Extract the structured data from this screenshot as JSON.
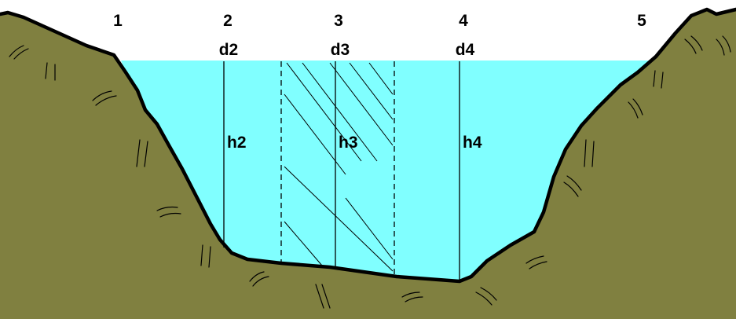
{
  "diagram": {
    "verticals": [
      {
        "number": "1",
        "depth_label": "",
        "height_label": ""
      },
      {
        "number": "2",
        "depth_label": "d2",
        "height_label": "h2"
      },
      {
        "number": "3",
        "depth_label": "d3",
        "height_label": "h3"
      },
      {
        "number": "4",
        "depth_label": "d4",
        "height_label": "h4"
      },
      {
        "number": "5",
        "depth_label": "",
        "height_label": ""
      }
    ],
    "colors": {
      "water": "#80FFFF",
      "ground": "#808040",
      "outline": "#000000",
      "sky": "#FFFFFF"
    }
  }
}
